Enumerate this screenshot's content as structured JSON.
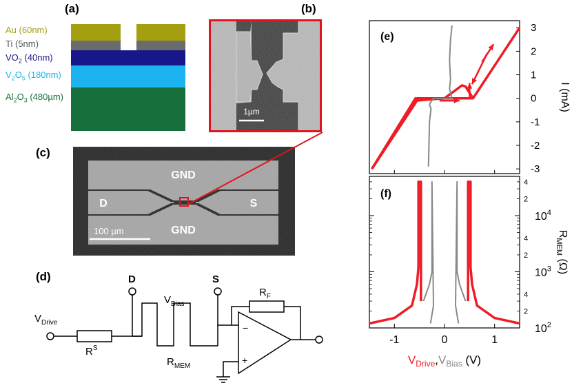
{
  "panel_labels": {
    "a": "(a)",
    "b": "(b)",
    "c": "(c)",
    "d": "(d)",
    "e": "(e)",
    "f": "(f)"
  },
  "layer_stack": {
    "au": {
      "name": "Au",
      "thickness": "(60nm)",
      "color": "#a39f11"
    },
    "ti": {
      "name": "Ti",
      "thickness": "(5nm)",
      "color": "#6b6b6b"
    },
    "vo2": {
      "name": "VO",
      "sub": "2",
      "thickness": " (40nm)",
      "color": "#17168a"
    },
    "v2o5": {
      "name_v": "V",
      "sub1": "2",
      "name_o": "O",
      "sub2": "5",
      "thickness": " (180nm)",
      "color": "#1ab3f0"
    },
    "al2o3": {
      "name_al": "Al",
      "sub1": "2",
      "name_o": "O",
      "sub2": "3",
      "thickness": " (480µm)",
      "color": "#176f3c"
    }
  },
  "sem_inset": {
    "scale_bar": "1µm",
    "frame_color": "#e0141e"
  },
  "sem_device": {
    "top_pad": "GND",
    "bottom_pad": "GND",
    "left_pad": "D",
    "right_pad": "S",
    "scale_bar": "100 µm"
  },
  "circuit": {
    "v_drive": "V",
    "v_drive_sub": "Drive",
    "r_series": "R",
    "r_series_sup": "S",
    "node_d": "D",
    "node_s": "S",
    "v_bias": "V",
    "v_bias_sub": "Bias",
    "r_mem": "R",
    "r_mem_sub": "MEM",
    "r_f": "R",
    "r_f_sub": "F",
    "opamp_minus": "−",
    "opamp_plus": "+"
  },
  "chart_data": [
    {
      "type": "line",
      "panel": "(e)",
      "ylabel": "I (mA)",
      "xlim": [
        -1.5,
        1.5
      ],
      "ylim": [
        -3.2,
        3.3
      ],
      "yticks": [
        "3",
        "2",
        "1",
        "0",
        "-1",
        "-2",
        "-3"
      ],
      "series": [
        {
          "color": "#ee1c25",
          "x": [
            -1.45,
            -0.55,
            -0.55,
            -0.2,
            0.57,
            0.57,
            1.5
          ],
          "y": [
            -3.0,
            -0.1,
            0.0,
            0.0,
            0.0,
            0.0,
            3.0
          ]
        },
        {
          "color": "#ee1c25",
          "x": [
            0.57,
            0.42,
            0.35,
            0.0,
            -0.58,
            -0.58,
            -1.45
          ],
          "y": [
            0.0,
            0.5,
            0.55,
            0.0,
            -0.1,
            0.0,
            -3.0
          ]
        },
        {
          "color": "#888888",
          "x": [
            -0.32,
            -0.3,
            -0.27,
            -0.3,
            -0.22,
            0.15,
            0.1,
            0.12,
            0.1,
            0.12,
            0.15
          ],
          "y": [
            -2.9,
            -1.0,
            -0.45,
            -0.25,
            0.0,
            0.0,
            0.4,
            0.8,
            1.6,
            2.5,
            3.1
          ]
        }
      ]
    },
    {
      "type": "line",
      "panel": "(f)",
      "ylabel_main": "R",
      "ylabel_sub": "MEM",
      "ylabel_unit": " (Ω)",
      "xlabel_drive": "V",
      "xlabel_drive_sub": "Drive",
      "xlabel_sep": ",",
      "xlabel_bias": "V",
      "xlabel_bias_sub": "Bias",
      "xlabel_unit": " (V)",
      "xlim": [
        -1.5,
        1.5
      ],
      "ylim_log": [
        100,
        50000
      ],
      "xticks": [
        "-1",
        "0",
        "1"
      ],
      "ytick_major": [
        {
          "base": "10",
          "exp": "2"
        },
        {
          "base": "10",
          "exp": "3"
        },
        {
          "base": "10",
          "exp": "4"
        }
      ],
      "ytick_minor": [
        "2",
        "4",
        "2",
        "4",
        "2",
        "4"
      ],
      "series": [
        {
          "color": "#ee1c25",
          "x": [
            -1.5,
            -1.0,
            -0.65,
            -0.55,
            -0.52,
            -0.52,
            -0.47,
            -0.47
          ],
          "y": [
            120,
            150,
            250,
            600,
            1200,
            40000,
            40000,
            300
          ]
        },
        {
          "color": "#ee1c25",
          "x": [
            1.5,
            1.0,
            0.65,
            0.55,
            0.52,
            0.52,
            0.47,
            0.47
          ],
          "y": [
            120,
            150,
            250,
            600,
            1200,
            40000,
            40000,
            300
          ]
        },
        {
          "color": "#888888",
          "x": [
            -0.42,
            -0.3,
            -0.25,
            -0.25,
            -0.22,
            -0.28
          ],
          "y": [
            300,
            600,
            1000,
            40000,
            250,
            120
          ]
        },
        {
          "color": "#888888",
          "x": [
            0.42,
            0.3,
            0.25,
            0.25,
            0.22,
            0.28
          ],
          "y": [
            300,
            600,
            1000,
            40000,
            250,
            120
          ]
        }
      ]
    }
  ]
}
